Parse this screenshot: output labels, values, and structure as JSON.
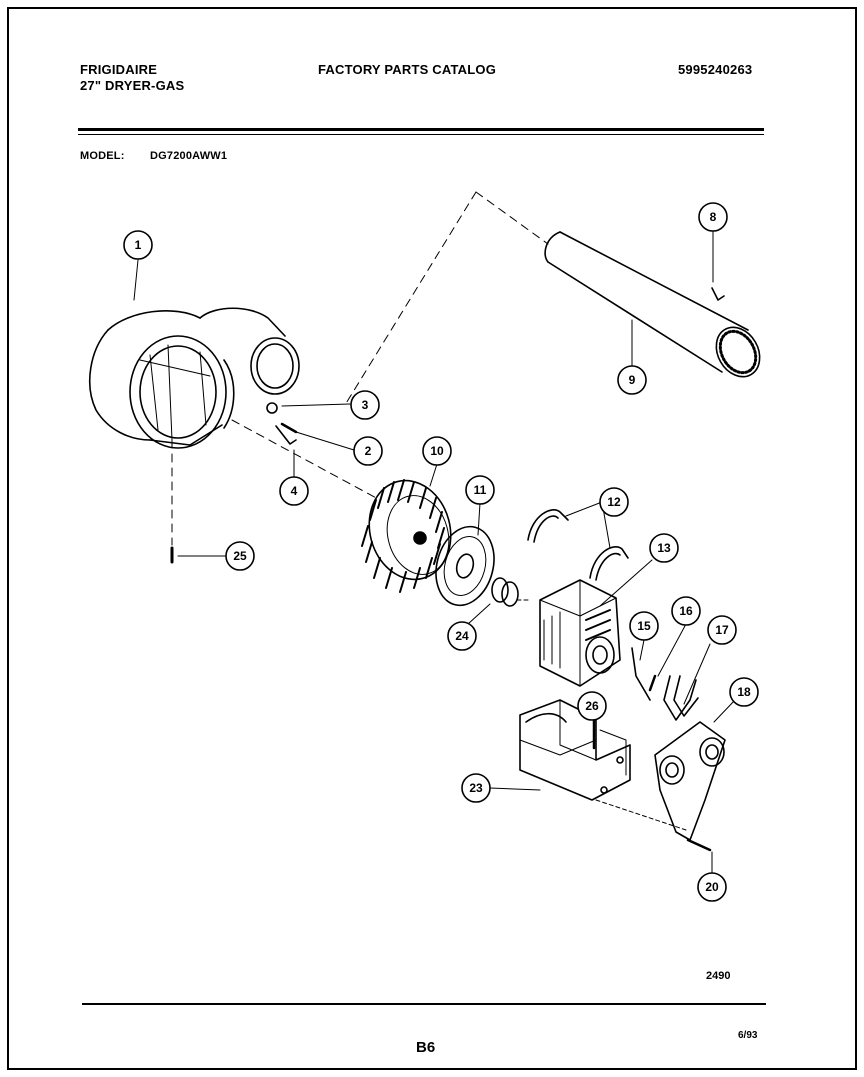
{
  "header": {
    "brand": "FRIGIDAIRE",
    "product": "27\" DRYER-GAS",
    "title": "FACTORY PARTS CATALOG",
    "catalog_number": "5995240263"
  },
  "model": {
    "label": "MODEL:",
    "value": "DG7200AWW1"
  },
  "callouts": [
    {
      "id": "c1",
      "label": "1"
    },
    {
      "id": "c2",
      "label": "2"
    },
    {
      "id": "c3",
      "label": "3"
    },
    {
      "id": "c4",
      "label": "4"
    },
    {
      "id": "c8",
      "label": "8"
    },
    {
      "id": "c9",
      "label": "9"
    },
    {
      "id": "c10",
      "label": "10"
    },
    {
      "id": "c11",
      "label": "11"
    },
    {
      "id": "c12",
      "label": "12"
    },
    {
      "id": "c13",
      "label": "13"
    },
    {
      "id": "c15",
      "label": "15"
    },
    {
      "id": "c16",
      "label": "16"
    },
    {
      "id": "c17",
      "label": "17"
    },
    {
      "id": "c18",
      "label": "18"
    },
    {
      "id": "c20",
      "label": "20"
    },
    {
      "id": "c23",
      "label": "23"
    },
    {
      "id": "c24",
      "label": "24"
    },
    {
      "id": "c25",
      "label": "25"
    },
    {
      "id": "c26",
      "label": "26"
    }
  ],
  "footer": {
    "figure_number": "2490",
    "page": "B6",
    "date": "6/93"
  }
}
